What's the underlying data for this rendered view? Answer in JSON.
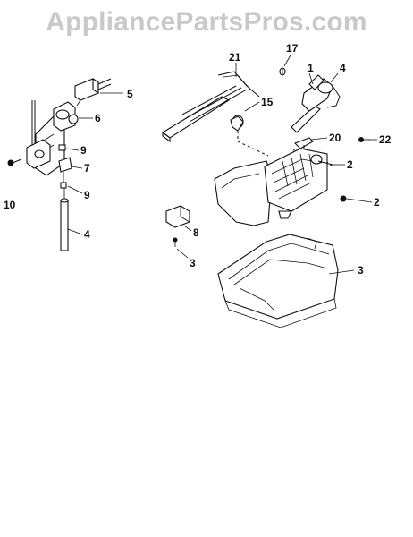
{
  "watermark": {
    "text": "AppliancePartsPros.com"
  },
  "callouts": {
    "c5": "5",
    "c6": "6",
    "c9a": "9",
    "c7": "7",
    "c9b": "9",
    "c10": "10",
    "c4a": "4",
    "c21": "21",
    "c17": "17",
    "c1": "1",
    "c4b": "4",
    "c15": "15",
    "c20": "20",
    "c22": "22",
    "c2a": "2",
    "c2b": "2",
    "c8": "8",
    "c3a": "3",
    "c3b": "3"
  }
}
